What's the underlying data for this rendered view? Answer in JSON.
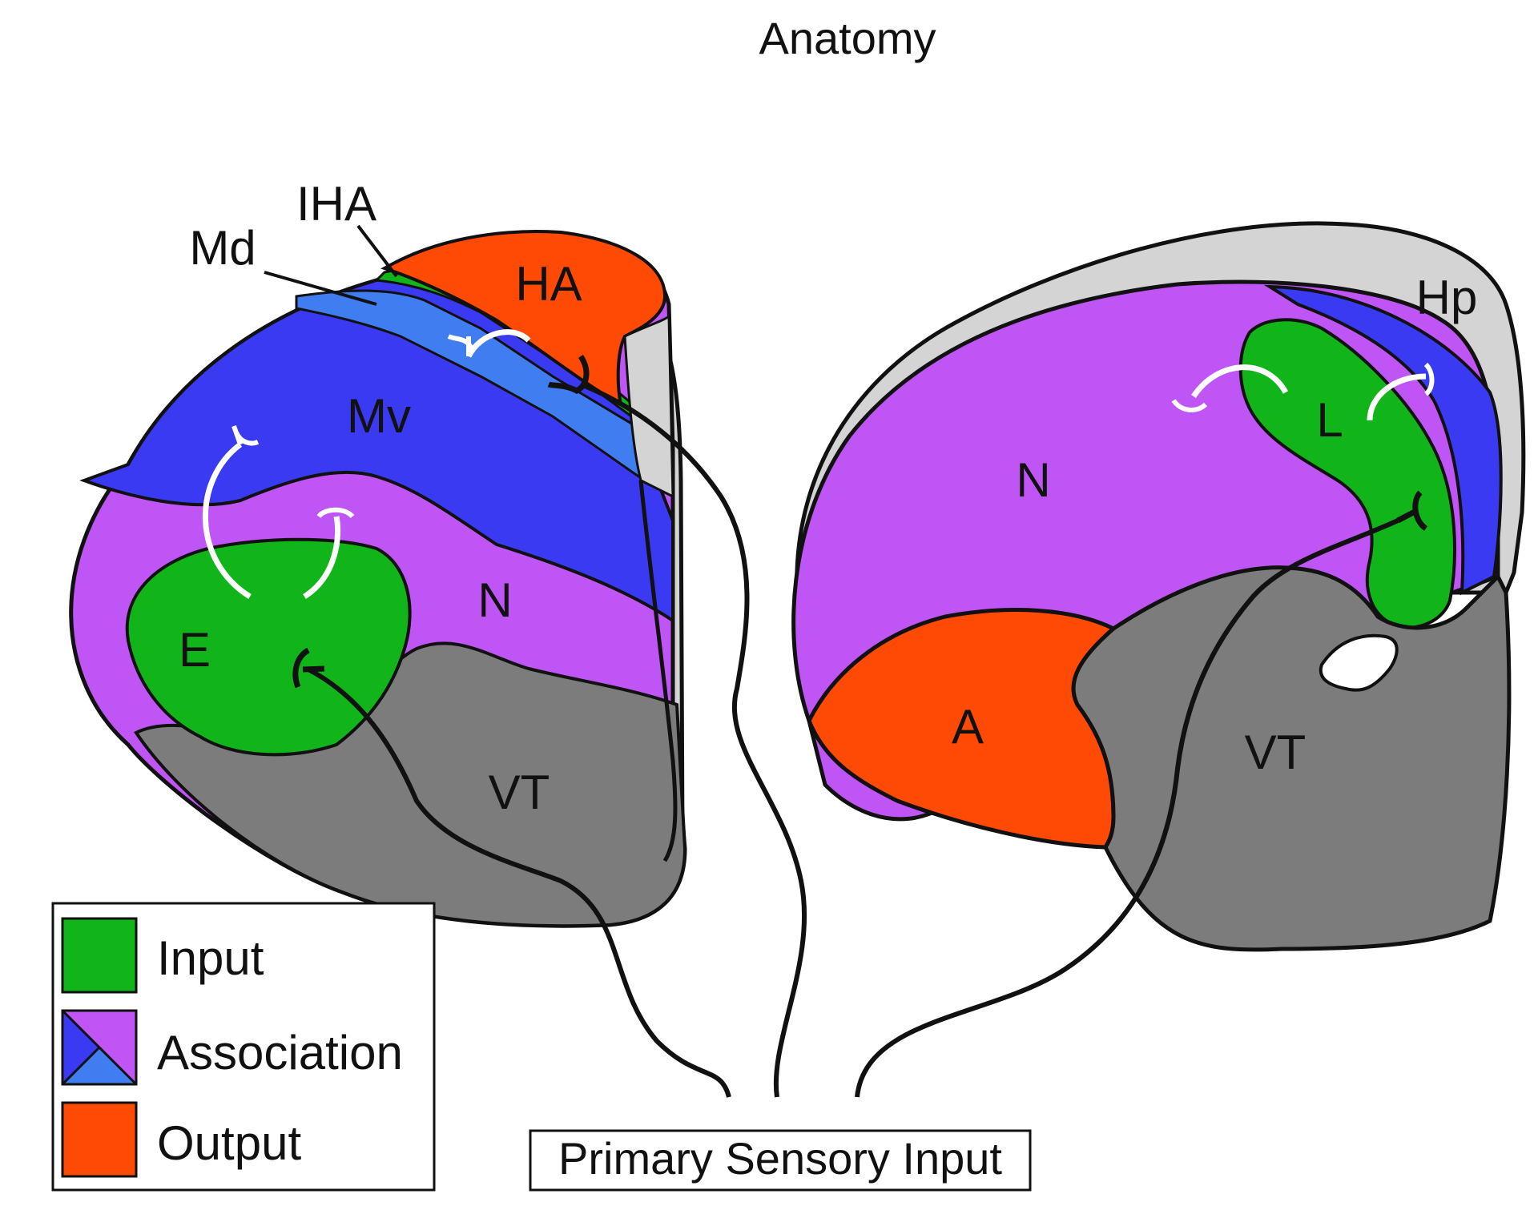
{
  "title": "Anatomy",
  "left_brain": {
    "labels": {
      "IHA": "IHA",
      "Md": "Md",
      "HA": "HA",
      "Mv": "Mv",
      "N": "N",
      "E": "E",
      "VT": "VT"
    }
  },
  "right_brain": {
    "labels": {
      "Hp": "Hp",
      "N": "N",
      "L": "L",
      "A": "A",
      "VT": "VT"
    }
  },
  "legend": {
    "items": [
      {
        "label": "Input",
        "color": "#11b51a"
      },
      {
        "label": "Association",
        "colors": [
          "#3a3af2",
          "#c055f5",
          "#3f7df0"
        ]
      },
      {
        "label": "Output",
        "color": "#ff4a05"
      }
    ]
  },
  "primary_input": "Primary Sensory Input",
  "colors": {
    "input_green": "#11b51a",
    "mv_blue": "#3a3af2",
    "md_blue": "#3f7df0",
    "n_purple": "#c055f5",
    "output_orange": "#ff4a05",
    "vt_gray": "#7c7c7c",
    "outer_gray": "#d4d4d4"
  }
}
